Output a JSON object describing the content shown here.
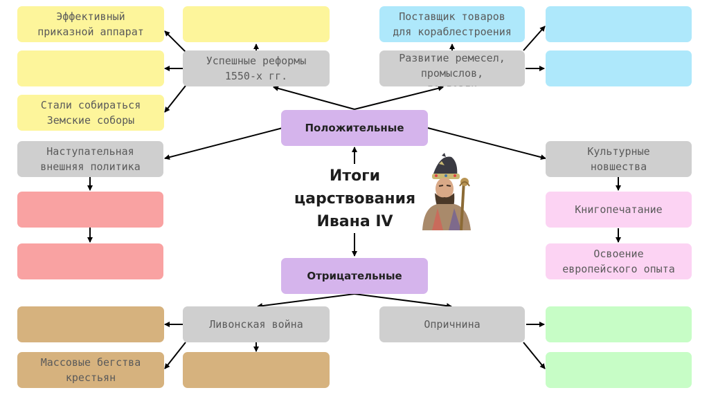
{
  "title": {
    "line1": "Итоги",
    "line2": "царствования",
    "line3": "Ивана IV"
  },
  "positive": "Положительные",
  "negative": "Отрицательные",
  "reforms": {
    "label": "Успешные реформы\n1550-х гг.",
    "results": [
      "Эффективный\nприказной аппарат",
      "",
      "Стали собираться\nЗемские соборы"
    ],
    "top_result": ""
  },
  "crafts": {
    "label": "Развитие ремесел,\nпромыслов,\nторговли",
    "supplier": "Поставщик товаров\nдля кораблестроения",
    "results": [
      "",
      ""
    ]
  },
  "foreign_policy": {
    "label": "Наступательная\nвнешняя политика",
    "results": [
      "",
      ""
    ]
  },
  "culture": {
    "label": "Культурные\nновшества",
    "printing": "Книгопечатание",
    "european": "Освоение\nевропейского опыта"
  },
  "livonian_war": {
    "label": "Ливонская война",
    "results": [
      "",
      "Массовые бегства\nкрестьян",
      ""
    ]
  },
  "oprichnina": {
    "label": "Опричнина",
    "results": [
      "",
      ""
    ]
  },
  "colors": {
    "yellow": "#fdf59b",
    "blue": "#aee8fb",
    "grey": "#cfcfcf",
    "pink": "#f9a2a2",
    "light_pink": "#fcd3f3",
    "tan": "#d6b27e",
    "green": "#c7fdc6",
    "purple": "#d5b4ec"
  },
  "portrait_icon": "tsar-portrait-icon"
}
